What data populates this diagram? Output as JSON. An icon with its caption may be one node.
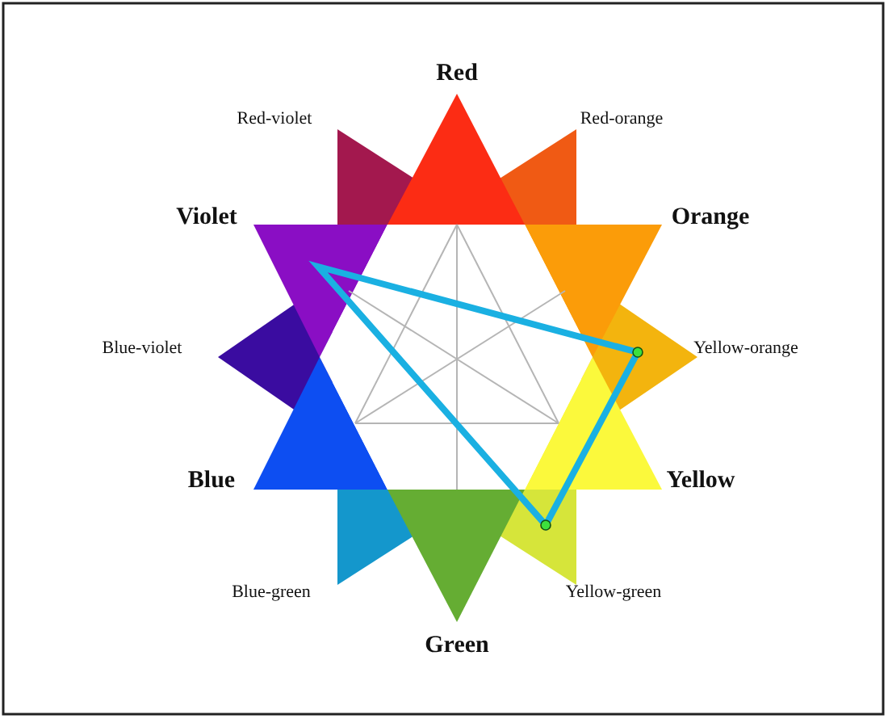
{
  "diagram": {
    "labels": [
      "Red",
      "Red-violet",
      "Red-orange",
      "Violet",
      "Orange",
      "Blue-violet",
      "Yellow-orange",
      "Blue",
      "Yellow",
      "Blue-green",
      "Yellow-green",
      "Green"
    ]
  }
}
